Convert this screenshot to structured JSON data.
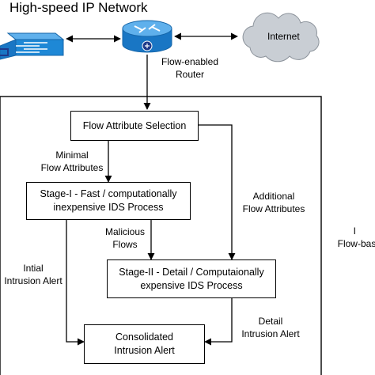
{
  "title": "High-speed IP Network",
  "internet_label": "Internet",
  "router_label": [
    "Flow-enabled",
    "Router"
  ],
  "boxes": {
    "flow_attr": "Flow Attribute Selection",
    "stage1": [
      "Stage-I - Fast / computationally",
      "inexpensive IDS Process"
    ],
    "stage2": [
      "Stage-II - Detail / Computaionally",
      "expensive IDS Process"
    ],
    "consolidated": [
      "Consolidated",
      "Intrusion Alert"
    ]
  },
  "labels": {
    "minimal": [
      "Minimal",
      "Flow Attributes"
    ],
    "additional": [
      "Additional",
      "Flow Attributes"
    ],
    "malicious": [
      "Malicious",
      "Flows"
    ],
    "initial": [
      "Intial",
      "Intrusion Alert"
    ],
    "detail": [
      "Detail",
      "Intrusion Alert"
    ],
    "side": [
      "I",
      "Flow-base"
    ]
  },
  "icons": [
    "switch-icon",
    "router-icon",
    "cloud-icon"
  ],
  "colors": {
    "device_blue": "#1e88d6",
    "cloud_gray": "#c9ced4"
  }
}
